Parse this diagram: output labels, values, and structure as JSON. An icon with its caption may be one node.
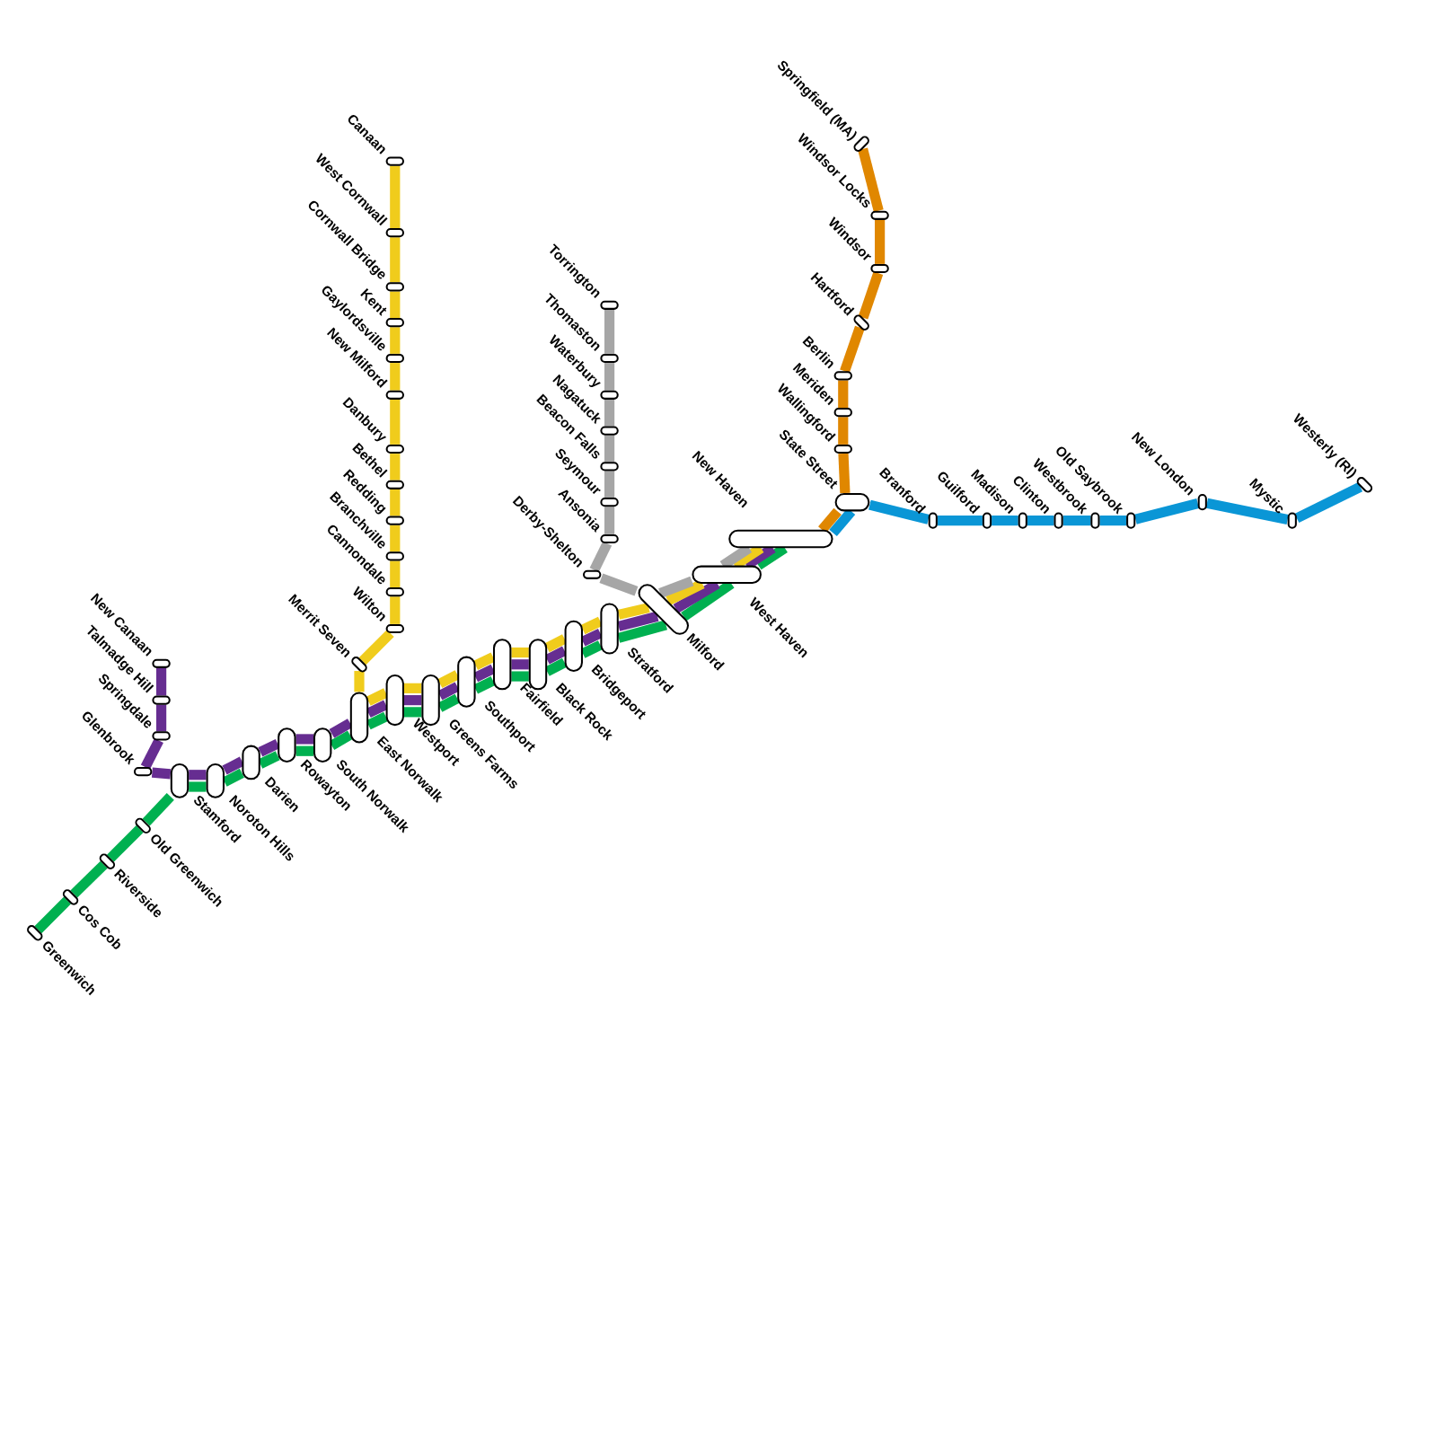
{
  "diagram": {
    "nodes": [
      {
        "text": [
          "Greenwich"
        ]
      },
      {
        "text": [
          "Cos Cob"
        ]
      },
      {
        "text": [
          "Riverside"
        ]
      },
      {
        "text": [
          "Old Greenwich"
        ]
      },
      {
        "text": [
          "Stamford"
        ]
      },
      {
        "text": [
          "Noroton Hills"
        ]
      },
      {
        "text": [
          "Darien"
        ]
      },
      {
        "text": [
          "Rowayton"
        ]
      },
      {
        "text": [
          "South Norwalk"
        ]
      },
      {
        "text": [
          "East Norwalk"
        ]
      },
      {
        "text": [
          "Westport"
        ]
      },
      {
        "text": [
          "Greens Farms"
        ]
      },
      {
        "text": [
          "Southport"
        ]
      },
      {
        "text": [
          "Fairfield"
        ]
      },
      {
        "text": [
          "Black Rock"
        ]
      },
      {
        "text": [
          "Bridgeport"
        ]
      },
      {
        "text": [
          "Stratford"
        ]
      },
      {
        "text": [
          "Milford"
        ]
      },
      {
        "text": [
          "West Haven"
        ]
      },
      {
        "text": [
          "New Haven"
        ]
      },
      {
        "text": [
          "State Street"
        ]
      },
      {
        "text": [
          "New Canaan"
        ]
      },
      {
        "text": [
          "Talmadge Hill"
        ]
      },
      {
        "text": [
          "Springdale"
        ]
      },
      {
        "text": [
          "Glenbrook"
        ]
      },
      {
        "text": [
          "Canaan"
        ]
      },
      {
        "text": [
          "West Cornwall"
        ]
      },
      {
        "text": [
          "Cornwall Bridge"
        ]
      },
      {
        "text": [
          "Kent"
        ]
      },
      {
        "text": [
          "Gaylordsville"
        ]
      },
      {
        "text": [
          "New Milford"
        ]
      },
      {
        "text": [
          "Danbury"
        ]
      },
      {
        "text": [
          "Bethel"
        ]
      },
      {
        "text": [
          "Redding"
        ]
      },
      {
        "text": [
          "Branchville"
        ]
      },
      {
        "text": [
          "Cannondale"
        ]
      },
      {
        "text": [
          "Wilton"
        ]
      },
      {
        "text": [
          "Merrit Seven"
        ]
      },
      {
        "text": [
          "Torrington"
        ]
      },
      {
        "text": [
          "Thomaston"
        ]
      },
      {
        "text": [
          "Waterbury"
        ]
      },
      {
        "text": [
          "Nagatuck"
        ]
      },
      {
        "text": [
          "Beacon Falls"
        ]
      },
      {
        "text": [
          "Seymour"
        ]
      },
      {
        "text": [
          "Ansonia"
        ]
      },
      {
        "text": [
          "Derby-Shelton"
        ]
      },
      {
        "text": [
          "Wallingford"
        ]
      },
      {
        "text": [
          "Meriden"
        ]
      },
      {
        "text": [
          "Berlin"
        ]
      },
      {
        "text": [
          "Hartford"
        ]
      },
      {
        "text": [
          "Windsor"
        ]
      },
      {
        "text": [
          "Windsor Locks"
        ]
      },
      {
        "text": [
          "Springfield (MA)"
        ]
      },
      {
        "text": [
          "Branford"
        ]
      },
      {
        "text": [
          "Guilford"
        ]
      },
      {
        "text": [
          "Madison"
        ]
      },
      {
        "text": [
          "Clinton"
        ]
      },
      {
        "text": [
          "Westbrook"
        ]
      },
      {
        "text": [
          "Old Saybrook"
        ]
      },
      {
        "text": [
          "New London"
        ]
      },
      {
        "text": [
          "Mystic"
        ]
      },
      {
        "text": [
          "Westerly (RI)"
        ]
      }
    ],
    "edges": [
      {
        "from": 0,
        "to": 1,
        "arrow": "none",
        "color": "#00b050"
      },
      {
        "from": 1,
        "to": 2,
        "arrow": "none",
        "color": "#00b050"
      },
      {
        "from": 2,
        "to": 3,
        "arrow": "none",
        "color": "#00b050"
      },
      {
        "from": 3,
        "to": 4,
        "arrow": "none",
        "color": "#00b050"
      },
      {
        "from": 4,
        "to": 5,
        "arrow": "none",
        "color": "#00b050"
      },
      {
        "from": 5,
        "to": 6,
        "arrow": "none",
        "color": "#00b050"
      },
      {
        "from": 6,
        "to": 7,
        "arrow": "none",
        "color": "#00b050"
      },
      {
        "from": 7,
        "to": 8,
        "arrow": "none",
        "color": "#00b050"
      },
      {
        "from": 8,
        "to": 9,
        "arrow": "none",
        "color": "#00b050"
      },
      {
        "from": 9,
        "to": 10,
        "arrow": "none",
        "color": "#00b050"
      },
      {
        "from": 10,
        "to": 11,
        "arrow": "none",
        "color": "#00b050"
      },
      {
        "from": 11,
        "to": 12,
        "arrow": "none",
        "color": "#00b050"
      },
      {
        "from": 12,
        "to": 13,
        "arrow": "none",
        "color": "#00b050"
      },
      {
        "from": 13,
        "to": 14,
        "arrow": "none",
        "color": "#00b050"
      },
      {
        "from": 14,
        "to": 15,
        "arrow": "none",
        "color": "#00b050"
      },
      {
        "from": 15,
        "to": 16,
        "arrow": "none",
        "color": "#00b050"
      },
      {
        "from": 16,
        "to": 17,
        "arrow": "none",
        "color": "#00b050"
      },
      {
        "from": 17,
        "to": 18,
        "arrow": "none",
        "color": "#00b050"
      },
      {
        "from": 18,
        "to": 19,
        "arrow": "none",
        "color": "#00b050"
      },
      {
        "from": 21,
        "to": 22,
        "arrow": "none",
        "color": "#662d91"
      },
      {
        "from": 22,
        "to": 23,
        "arrow": "none",
        "color": "#662d91"
      },
      {
        "from": 23,
        "to": 24,
        "arrow": "none",
        "color": "#662d91"
      },
      {
        "from": 24,
        "to": 4,
        "arrow": "none",
        "color": "#662d91"
      },
      {
        "from": 4,
        "to": 5,
        "arrow": "none",
        "color": "#662d91"
      },
      {
        "from": 5,
        "to": 6,
        "arrow": "none",
        "color": "#662d91"
      },
      {
        "from": 6,
        "to": 7,
        "arrow": "none",
        "color": "#662d91"
      },
      {
        "from": 7,
        "to": 8,
        "arrow": "none",
        "color": "#662d91"
      },
      {
        "from": 8,
        "to": 9,
        "arrow": "none",
        "color": "#662d91"
      },
      {
        "from": 9,
        "to": 10,
        "arrow": "none",
        "color": "#662d91"
      },
      {
        "from": 10,
        "to": 11,
        "arrow": "none",
        "color": "#662d91"
      },
      {
        "from": 11,
        "to": 12,
        "arrow": "none",
        "color": "#662d91"
      },
      {
        "from": 12,
        "to": 13,
        "arrow": "none",
        "color": "#662d91"
      },
      {
        "from": 13,
        "to": 14,
        "arrow": "none",
        "color": "#662d91"
      },
      {
        "from": 14,
        "to": 15,
        "arrow": "none",
        "color": "#662d91"
      },
      {
        "from": 15,
        "to": 16,
        "arrow": "none",
        "color": "#662d91"
      },
      {
        "from": 16,
        "to": 17,
        "arrow": "none",
        "color": "#662d91"
      },
      {
        "from": 17,
        "to": 18,
        "arrow": "none",
        "color": "#662d91"
      },
      {
        "from": 18,
        "to": 19,
        "arrow": "none",
        "color": "#662d91"
      },
      {
        "from": 25,
        "to": 26,
        "arrow": "none",
        "color": "#f0cc1c"
      },
      {
        "from": 26,
        "to": 27,
        "arrow": "none",
        "color": "#f0cc1c"
      },
      {
        "from": 27,
        "to": 28,
        "arrow": "none",
        "color": "#f0cc1c"
      },
      {
        "from": 28,
        "to": 29,
        "arrow": "none",
        "color": "#f0cc1c"
      },
      {
        "from": 29,
        "to": 30,
        "arrow": "none",
        "color": "#f0cc1c"
      },
      {
        "from": 30,
        "to": 31,
        "arrow": "none",
        "color": "#f0cc1c"
      },
      {
        "from": 31,
        "to": 32,
        "arrow": "none",
        "color": "#f0cc1c"
      },
      {
        "from": 32,
        "to": 33,
        "arrow": "none",
        "color": "#f0cc1c"
      },
      {
        "from": 33,
        "to": 34,
        "arrow": "none",
        "color": "#f0cc1c"
      },
      {
        "from": 34,
        "to": 35,
        "arrow": "none",
        "color": "#f0cc1c"
      },
      {
        "from": 35,
        "to": 36,
        "arrow": "none",
        "color": "#f0cc1c"
      },
      {
        "from": 36,
        "to": 37,
        "arrow": "none",
        "color": "#f0cc1c"
      },
      {
        "from": 37,
        "to": 9,
        "arrow": "none",
        "color": "#f0cc1c"
      },
      {
        "from": 9,
        "to": 10,
        "arrow": "none",
        "color": "#f0cc1c"
      },
      {
        "from": 10,
        "to": 11,
        "arrow": "none",
        "color": "#f0cc1c"
      },
      {
        "from": 11,
        "to": 12,
        "arrow": "none",
        "color": "#f0cc1c"
      },
      {
        "from": 12,
        "to": 13,
        "arrow": "none",
        "color": "#f0cc1c"
      },
      {
        "from": 13,
        "to": 14,
        "arrow": "none",
        "color": "#f0cc1c"
      },
      {
        "from": 14,
        "to": 15,
        "arrow": "none",
        "color": "#f0cc1c"
      },
      {
        "from": 15,
        "to": 16,
        "arrow": "none",
        "color": "#f0cc1c"
      },
      {
        "from": 16,
        "to": 17,
        "arrow": "none",
        "color": "#f0cc1c"
      },
      {
        "from": 17,
        "to": 18,
        "arrow": "none",
        "color": "#f0cc1c"
      },
      {
        "from": 18,
        "to": 19,
        "arrow": "none",
        "color": "#f0cc1c"
      },
      {
        "from": 38,
        "to": 39,
        "arrow": "none",
        "color": "#a6a6a6"
      },
      {
        "from": 39,
        "to": 40,
        "arrow": "none",
        "color": "#a6a6a6"
      },
      {
        "from": 40,
        "to": 41,
        "arrow": "none",
        "color": "#a6a6a6"
      },
      {
        "from": 41,
        "to": 42,
        "arrow": "none",
        "color": "#a6a6a6"
      },
      {
        "from": 42,
        "to": 43,
        "arrow": "none",
        "color": "#a6a6a6"
      },
      {
        "from": 43,
        "to": 44,
        "arrow": "none",
        "color": "#a6a6a6"
      },
      {
        "from": 44,
        "to": 45,
        "arrow": "none",
        "color": "#a6a6a6"
      },
      {
        "from": 45,
        "to": 17,
        "arrow": "none",
        "color": "#a6a6a6"
      },
      {
        "from": 17,
        "to": 18,
        "arrow": "none",
        "color": "#a6a6a6"
      },
      {
        "from": 18,
        "to": 19,
        "arrow": "none",
        "color": "#a6a6a6"
      },
      {
        "from": 19,
        "to": 20,
        "arrow": "none",
        "color": "#e08700"
      },
      {
        "from": 20,
        "to": 46,
        "arrow": "none",
        "color": "#e08700"
      },
      {
        "from": 46,
        "to": 47,
        "arrow": "none",
        "color": "#e08700"
      },
      {
        "from": 47,
        "to": 48,
        "arrow": "none",
        "color": "#e08700"
      },
      {
        "from": 48,
        "to": 49,
        "arrow": "none",
        "color": "#e08700"
      },
      {
        "from": 49,
        "to": 50,
        "arrow": "none",
        "color": "#e08700"
      },
      {
        "from": 50,
        "to": 51,
        "arrow": "none",
        "color": "#e08700"
      },
      {
        "from": 51,
        "to": 52,
        "arrow": "none",
        "color": "#e08700"
      },
      {
        "from": 19,
        "to": 20,
        "arrow": "none",
        "color": "#0a96d6"
      },
      {
        "from": 20,
        "to": 53,
        "arrow": "none",
        "color": "#0a96d6"
      },
      {
        "from": 53,
        "to": 54,
        "arrow": "none",
        "color": "#0a96d6"
      },
      {
        "from": 54,
        "to": 55,
        "arrow": "none",
        "color": "#0a96d6"
      },
      {
        "from": 55,
        "to": 56,
        "arrow": "none",
        "color": "#0a96d6"
      },
      {
        "from": 56,
        "to": 57,
        "arrow": "none",
        "color": "#0a96d6"
      },
      {
        "from": 57,
        "to": 58,
        "arrow": "none",
        "color": "#0a96d6"
      },
      {
        "from": 58,
        "to": 59,
        "arrow": "none",
        "color": "#0a96d6"
      },
      {
        "from": 59,
        "to": 60,
        "arrow": "none",
        "color": "#0a96d6"
      },
      {
        "from": 60,
        "to": 61,
        "arrow": "none",
        "color": "#0a96d6"
      }
    ]
  }
}
